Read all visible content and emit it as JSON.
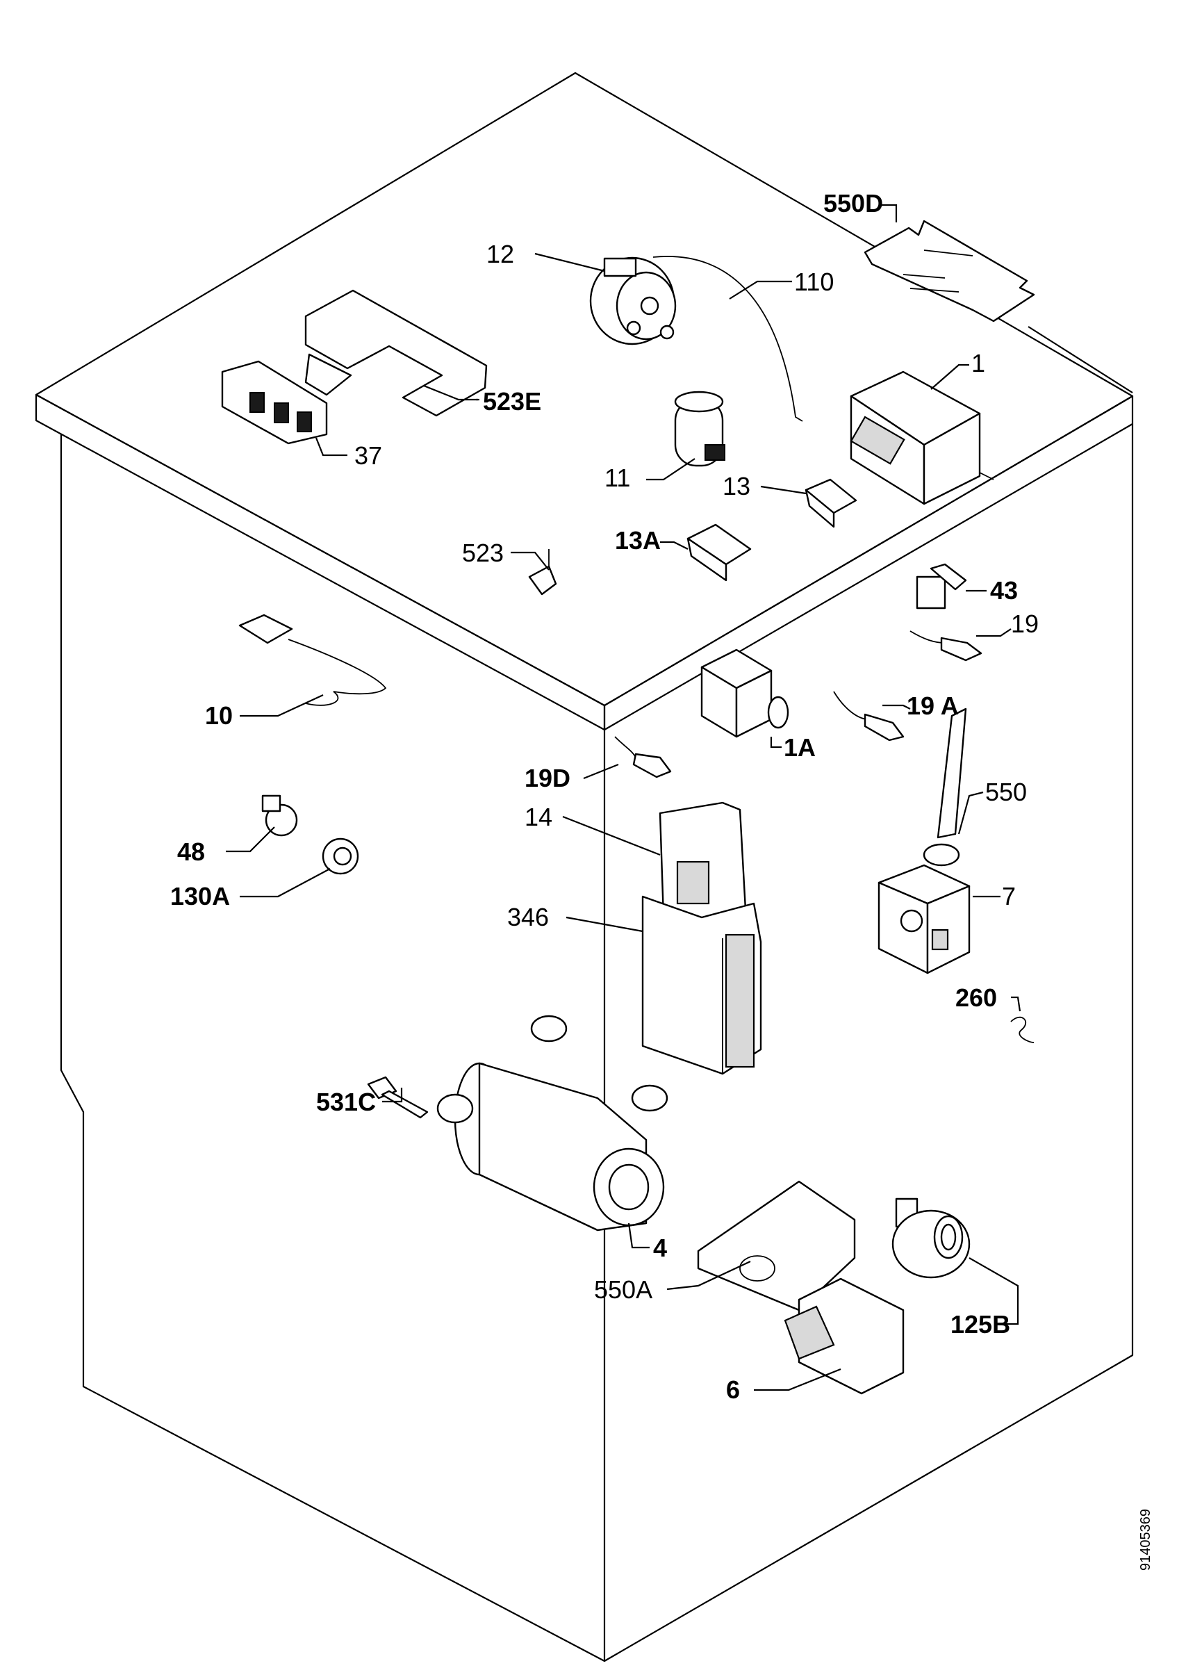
{
  "document_number": "91405369",
  "labels": {
    "l550D": "550D",
    "l12": "12",
    "l110": "110",
    "l523E": "523E",
    "l37": "37",
    "l1": "1",
    "l11": "11",
    "l13": "13",
    "l13A": "13A",
    "l523": "523",
    "l43": "43",
    "l19": "19",
    "l10": "10",
    "l19A": "19 A",
    "l1A": "1A",
    "l19D": "19D",
    "l550": "550",
    "l14": "14",
    "l48": "48",
    "l130A": "130A",
    "l7": "7",
    "l346": "346",
    "l260": "260",
    "l531C": "531C",
    "l4": "4",
    "l550A": "550A",
    "l125B": "125B",
    "l6": "6"
  }
}
